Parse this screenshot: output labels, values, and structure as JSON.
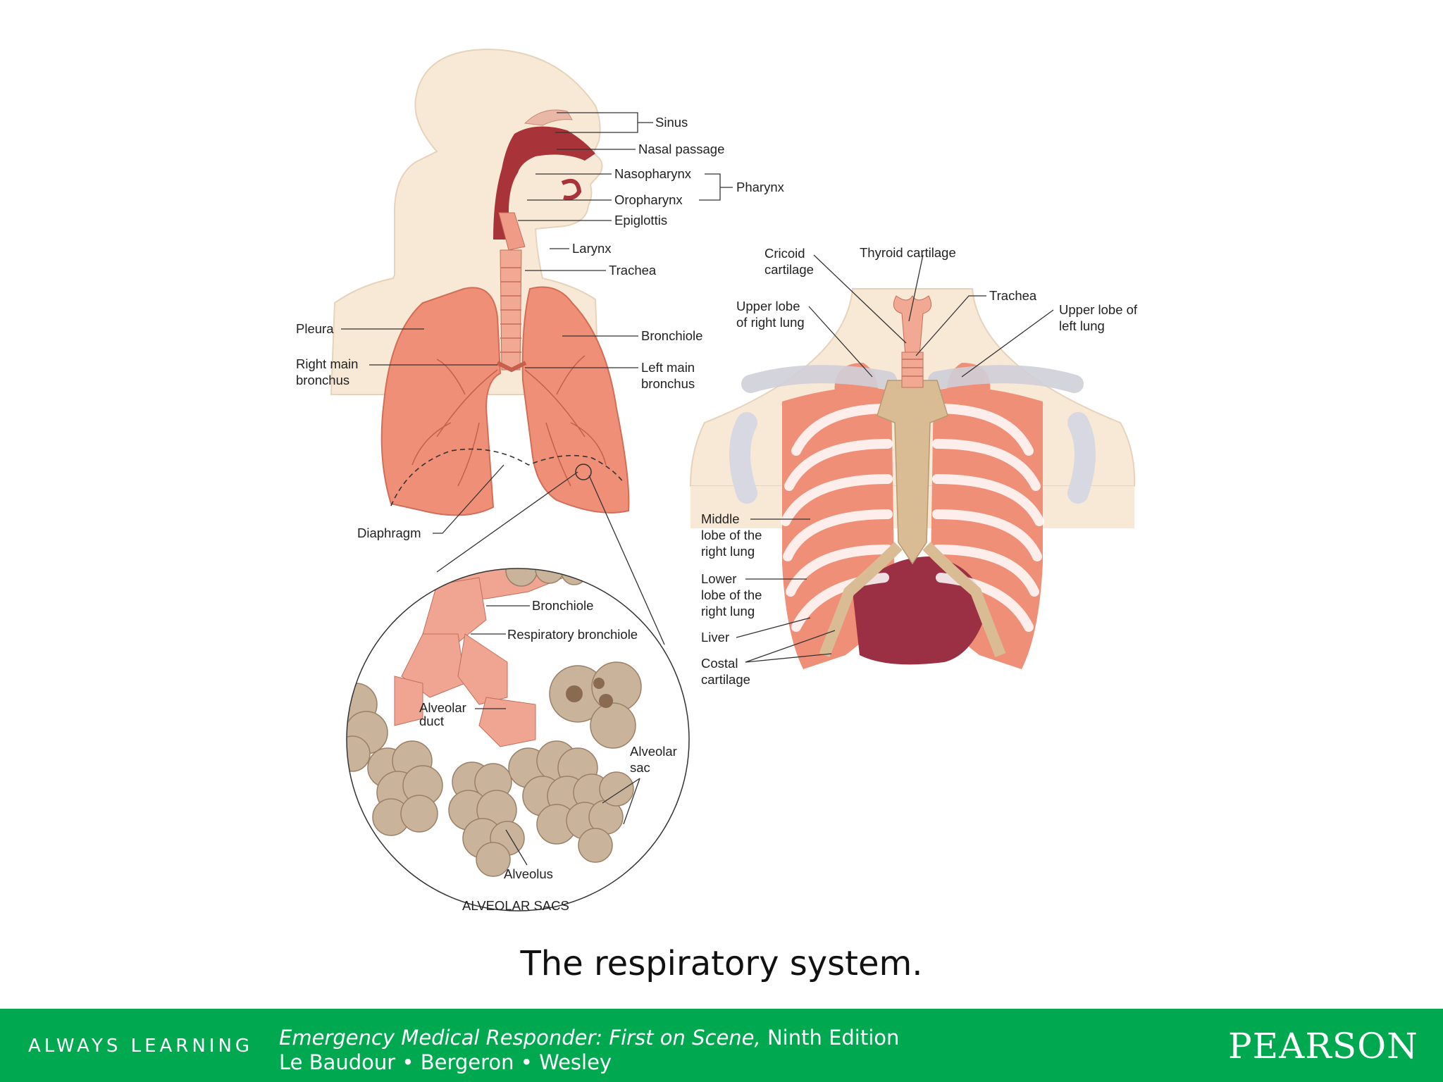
{
  "labels": {
    "sinus": "Sinus",
    "nasal_passage": "Nasal passage",
    "nasopharynx": "Nasopharynx",
    "oropharynx": "Oropharynx",
    "pharynx": "Pharynx",
    "epiglottis": "Epiglottis",
    "larynx": "Larynx",
    "trachea": "Trachea",
    "pleura": "Pleura",
    "bronchiole": "Bronchiole",
    "right_main_bronchus": [
      "Right main",
      "bronchus"
    ],
    "left_main_bronchus": [
      "Left main",
      "bronchus"
    ],
    "diaphragm": "Diaphragm",
    "cricoid_cartilage": [
      "Cricoid",
      "cartilage"
    ],
    "thyroid_cartilage": "Thyroid cartilage",
    "trachea_chest": "Trachea",
    "upper_lobe_right": [
      "Upper lobe",
      "of right lung"
    ],
    "upper_lobe_left": [
      "Upper lobe of",
      "left lung"
    ],
    "middle_lobe_right": [
      "Middle",
      "lobe of the",
      "right lung"
    ],
    "lower_lobe_right": [
      "Lower",
      "lobe of the",
      "right lung"
    ],
    "liver": "Liver",
    "costal_cartilage": [
      "Costal",
      "cartilage"
    ],
    "inset_bronchiole": "Bronchiole",
    "respiratory_bronchiole": "Respiratory bronchiole",
    "alveolar_duct": [
      "Alveolar",
      "duct"
    ],
    "alveolar_sac": [
      "Alveolar",
      "sac"
    ],
    "alveolus": "Alveolus",
    "alveolar_sacs_title": "ALVEOLAR SACS"
  },
  "caption": "The respiratory system.",
  "footer": {
    "always_learning": "ALWAYS LEARNING",
    "book_title_italic": "Emergency Medical Responder: First on Scene,",
    "book_edition": " Ninth Edition",
    "authors": "Le Baudour • Bergeron • Wesley",
    "publisher_logo": "PEARSON"
  },
  "colors": {
    "footer_green": "#00a950",
    "skin": "#f7e9d6",
    "lung": "#ef8f78",
    "airway": "#a8343a",
    "bone": "#d9bc93",
    "alveoli": "#c9b39a",
    "liver": "#9b2f44"
  }
}
